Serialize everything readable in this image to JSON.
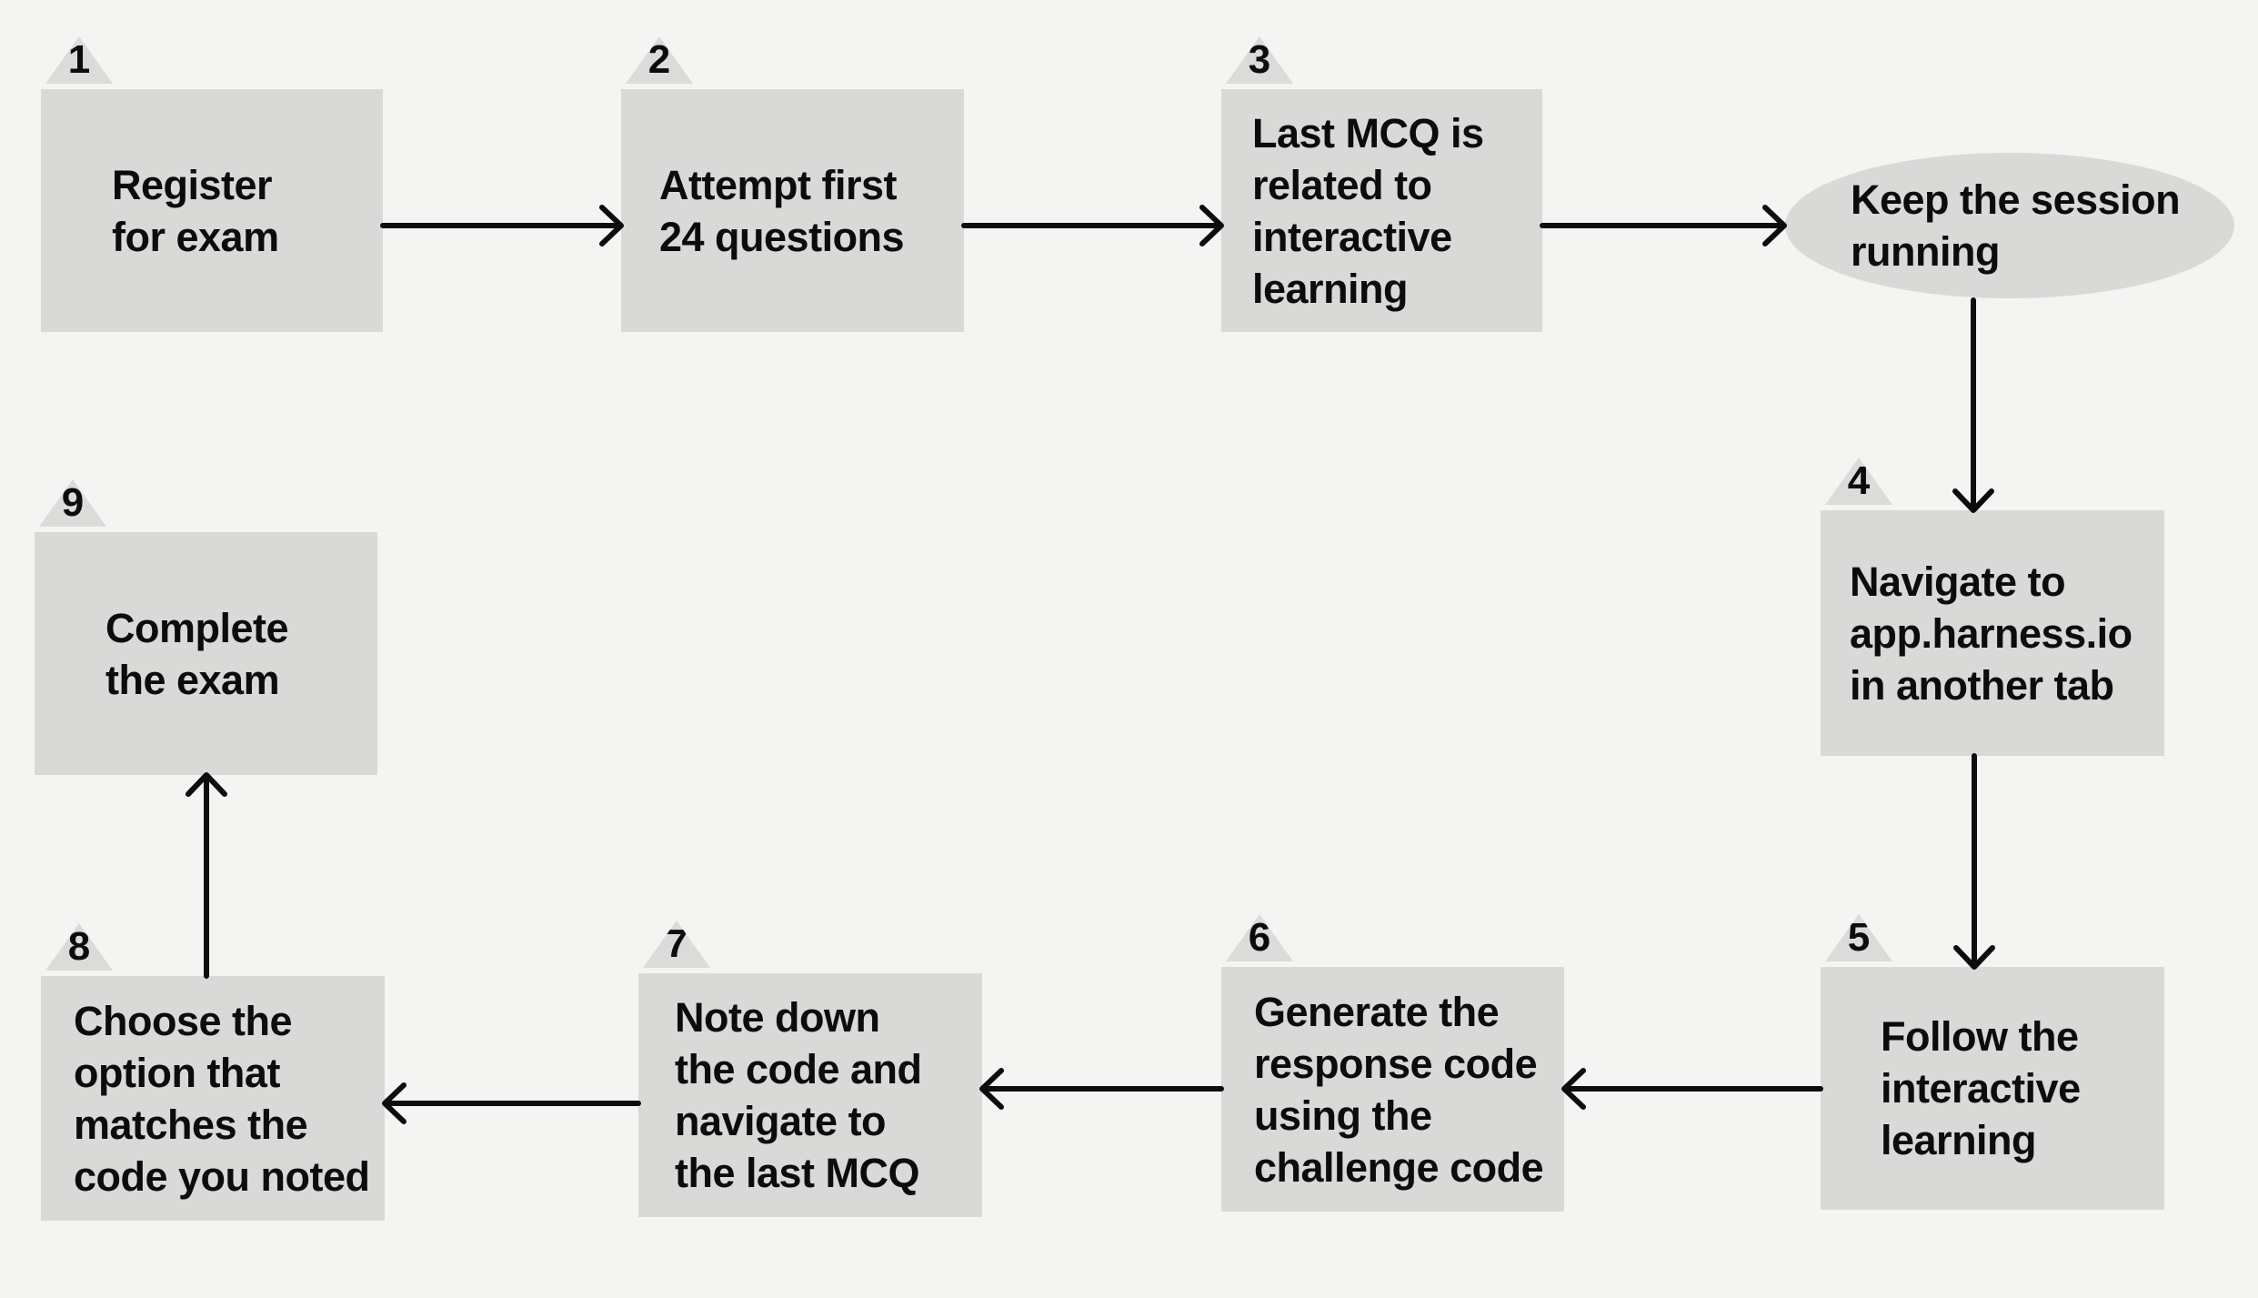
{
  "colors": {
    "background": "#f4f4f3",
    "node_fill": "#d9d9d8",
    "badge_fill": "#dbdbda",
    "text": "#0c0c0c",
    "arrow": "#0d0d0d"
  },
  "steps": [
    {
      "number": "1",
      "label": "Register\nfor exam"
    },
    {
      "number": "2",
      "label": "Attempt first\n24 questions"
    },
    {
      "number": "3",
      "label": "Last MCQ is\nrelated to\ninteractive\nlearning"
    },
    {
      "number": "4",
      "label": "Navigate to\napp.harness.io\nin another tab"
    },
    {
      "number": "5",
      "label": "Follow the\ninteractive\nlearning"
    },
    {
      "number": "6",
      "label": "Generate the\nresponse code\nusing the\nchallenge code"
    },
    {
      "number": "7",
      "label": "Note down\nthe code and\nnavigate to\nthe last MCQ"
    },
    {
      "number": "8",
      "label": "Choose the\noption that\nmatches the\ncode you noted"
    },
    {
      "number": "9",
      "label": "Complete\nthe exam"
    }
  ],
  "ellipse": {
    "label": "Keep the session\nrunning"
  }
}
